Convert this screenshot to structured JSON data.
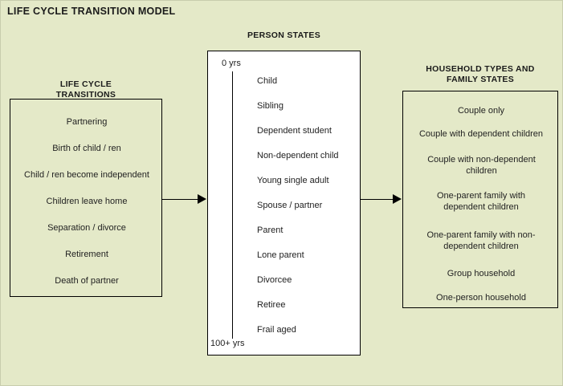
{
  "diagram": {
    "title": "LIFE CYCLE TRANSITION MODEL",
    "background_color": "#e4e9c8",
    "panel_fill_color": "#ffffff",
    "line_color": "#000000"
  },
  "columns": {
    "transitions": {
      "heading_line_1": "LIFE CYCLE",
      "heading_line_2": "TRANSITIONS",
      "items": [
        "Partnering",
        "Birth of child / ren",
        "Child / ren become independent",
        "Children leave home",
        "Separation / divorce",
        "Retirement",
        "Death of partner"
      ]
    },
    "person_states": {
      "heading_line_1": "PERSON STATES",
      "age_start": "0 yrs",
      "age_end": "100+ yrs",
      "items": [
        "Child",
        "Sibling",
        "Dependent student",
        "Non-dependent child",
        "Young single adult",
        "Spouse / partner",
        "Parent",
        "Lone parent",
        "Divorcee",
        "Retiree",
        "Frail aged"
      ]
    },
    "household_types": {
      "heading_line_1": "HOUSEHOLD TYPES AND",
      "heading_line_2": "FAMILY STATES",
      "items": [
        "Couple only",
        "Couple with dependent children",
        "Couple with non-dependent children",
        "One-parent family with dependent children",
        "One-parent family with non-dependent children",
        "Group household",
        "One-person household"
      ]
    }
  },
  "connectors": [
    {
      "name": "transitions-to-person-states"
    },
    {
      "name": "person-states-to-household-types"
    }
  ]
}
